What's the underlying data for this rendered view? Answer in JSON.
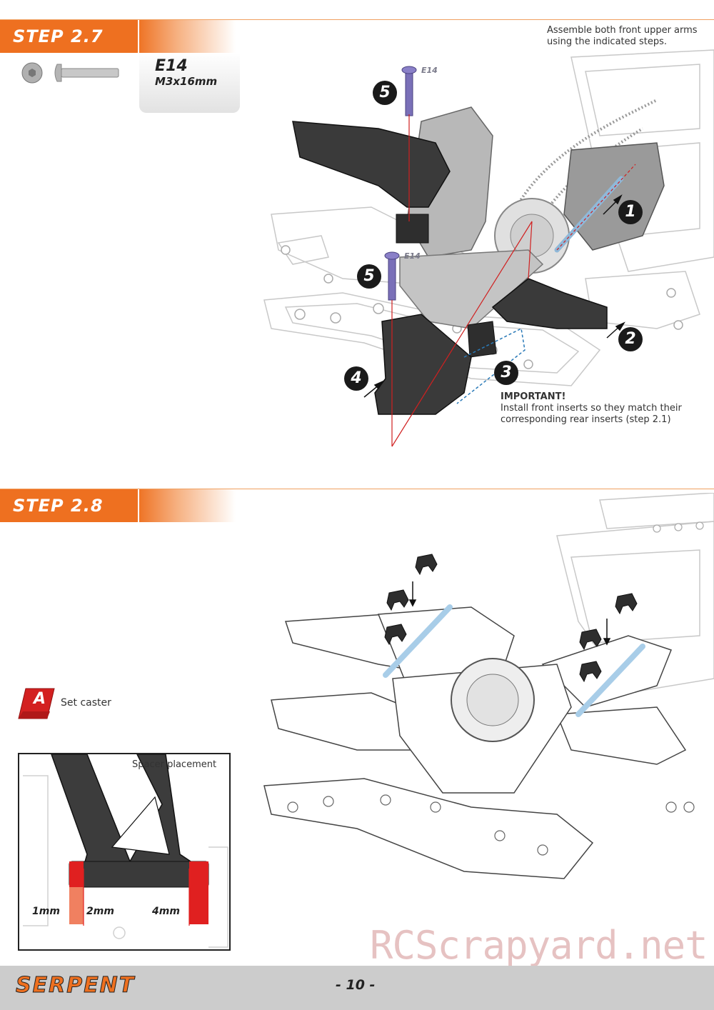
{
  "step1": {
    "title": "STEP 2.7",
    "part_code": "E14",
    "part_size": "M3x16mm",
    "instruction_line1": "Assemble both front upper arms",
    "instruction_line2": "using the indicated steps.",
    "screw_label": "E14",
    "important_title": "IMPORTANT!",
    "important_line1": "Install front inserts so they match their",
    "important_line2": "corresponding rear inserts (step 2.1)",
    "callouts": [
      "1",
      "2",
      "3",
      "4",
      "5",
      "5"
    ]
  },
  "step2": {
    "title": "STEP 2.8",
    "set_caster_icon": "A",
    "set_caster_label": "Set caster",
    "spacer_title": "Spacer placement",
    "spacer_labels": [
      "1mm",
      "2mm",
      "4mm"
    ]
  },
  "footer": {
    "brand": "SERPENT",
    "page": "- 10 -"
  },
  "watermark": "RCScrapyard.net",
  "colors": {
    "accent": "#ee7020",
    "footer_bg": "#cccccc",
    "spacer_red": "#e02020",
    "spacer_light": "#f08060"
  },
  "icons": [
    "screw-head-icon",
    "screw-side-icon",
    "caster-a-icon"
  ]
}
